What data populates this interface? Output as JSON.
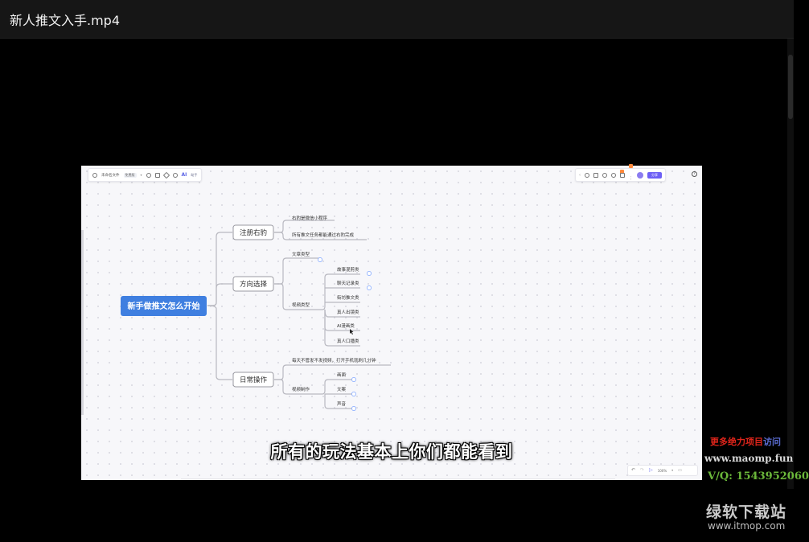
{
  "window": {
    "title": "新人推文入手.mp4"
  },
  "app_toolbar": {
    "doc_name": "未命名文件",
    "doc_tag": "免费版",
    "ai_label": "AI",
    "ai_sub": "助手",
    "share_label": "分享",
    "help_label": "?"
  },
  "mindmap": {
    "root": "新手做推文怎么开始",
    "branches": [
      {
        "label": "注册右豹",
        "children": [
          {
            "label": "右豹是微信小程序"
          },
          {
            "label": "所有推文任务都能通过右豹完成"
          }
        ]
      },
      {
        "label": "方向选择",
        "children": [
          {
            "label": "文章类型"
          },
          {
            "label": "视频类型",
            "children": [
              "故事混剪类",
              "聊天记录类",
              "街坊推文类",
              "真人出镜类",
              "AI漫画类",
              "真人口播类"
            ]
          }
        ]
      },
      {
        "label": "日常操作",
        "children": [
          {
            "label": "每天不管发不发视频，打开手机就刷几分钟"
          },
          {
            "label": "视频制作",
            "children": [
              "画面",
              "文案",
              "声音"
            ]
          }
        ]
      }
    ]
  },
  "subtitle": "所有的玩法基本上你们都能看到",
  "bottom_controls": {
    "zoom": "100%"
  },
  "watermarks": {
    "line1_main": "更多绝力项目",
    "line1_sub": "访问",
    "line2": "www.maomp.fun",
    "line3": "V/Q:  1543952060",
    "line4": "绿软下载站",
    "line5": "www.itmop.com"
  },
  "colors": {
    "root_fill": "#3f7fe0",
    "node_border": "#9a9aa2",
    "line": "#b8b8c0",
    "marker": "#7aa2ff"
  }
}
